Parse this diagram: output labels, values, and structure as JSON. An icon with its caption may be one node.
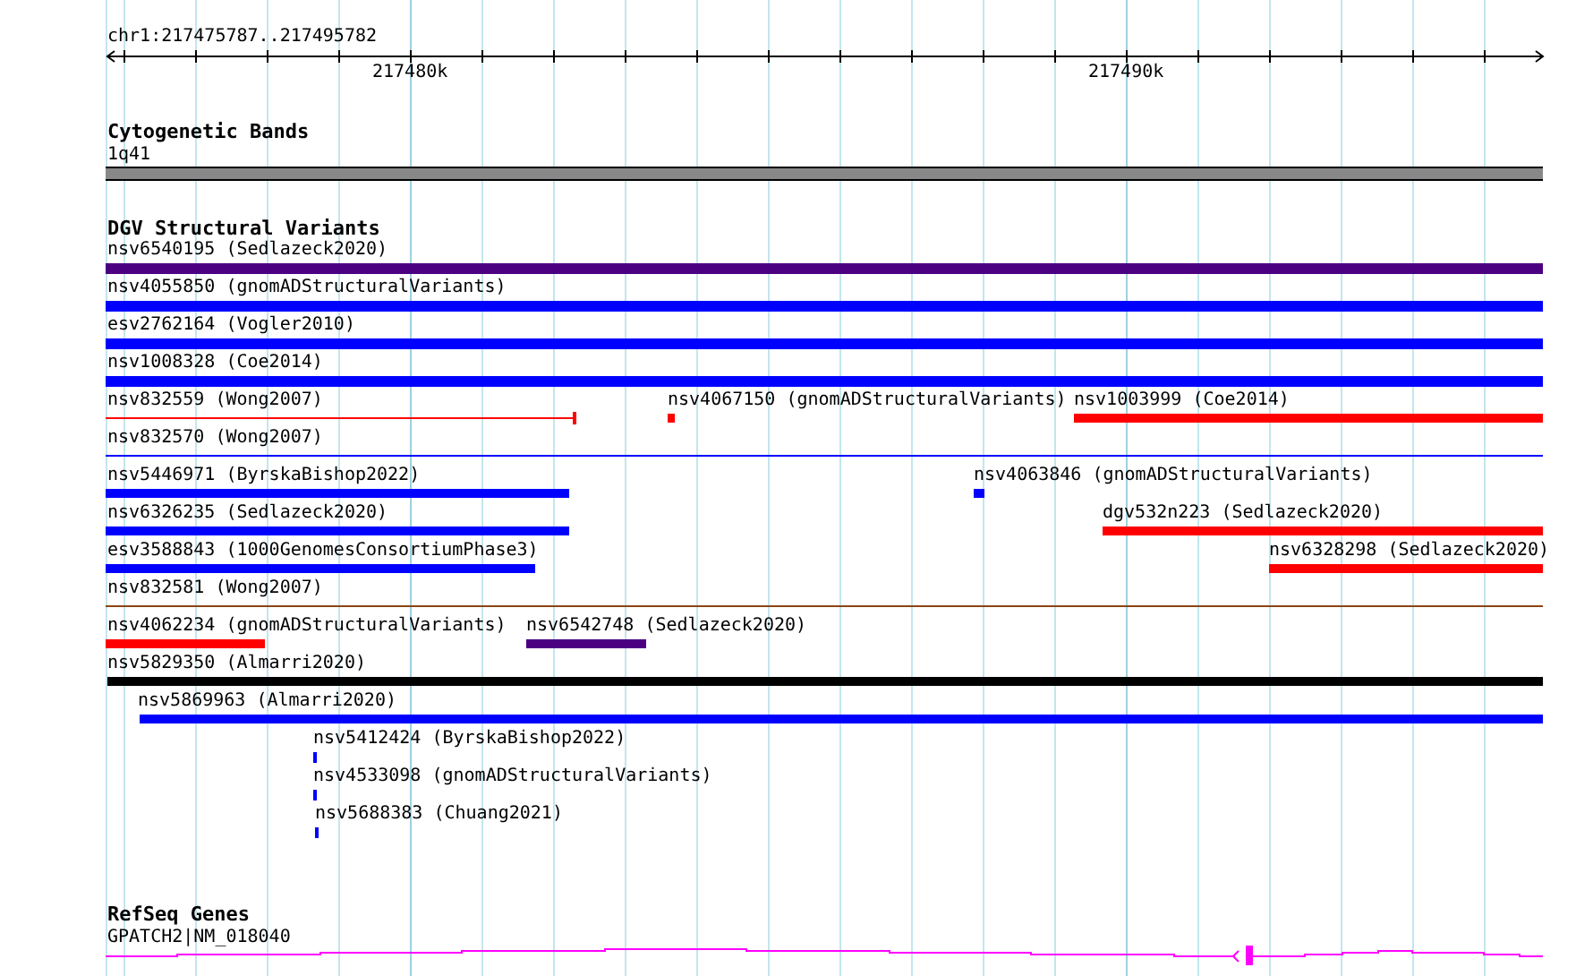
{
  "diagram": {
    "nodes": [
      {
        "text": [
          "1q41"
        ]
      },
      {
        "text": [
          "nsv6540195 (Sedlazeck2020)"
        ]
      },
      {
        "text": [
          "nsv4055850 (gnomADStructuralVariants)"
        ]
      },
      {
        "text": [
          "esv2762164 (Vogler2010)"
        ]
      },
      {
        "text": [
          "nsv1008328 (Coe2014)"
        ]
      },
      {
        "text": [
          "nsv832559 (Wong2007)"
        ]
      },
      {
        "text": [
          "nsv4067150 (gnomADStructuralVariants)"
        ]
      },
      {
        "text": [
          "nsv1003999 (Coe2014)"
        ]
      },
      {
        "text": [
          "nsv832570 (Wong2007)"
        ]
      },
      {
        "text": [
          "nsv5446971 (ByrskaBishop2022)"
        ]
      },
      {
        "text": [
          "nsv4063846 (gnomADStructuralVariants)"
        ]
      },
      {
        "text": [
          "nsv6326235 (Sedlazeck2020)"
        ]
      },
      {
        "text": [
          "dgv532n223 (Sedlazeck2020)"
        ]
      },
      {
        "text": [
          "esv3588843 (1000GenomesConsortiumPhase3)"
        ]
      },
      {
        "text": [
          "nsv6328298 (Sedlazeck2020)"
        ]
      },
      {
        "text": [
          "nsv832581 (Wong2007)"
        ]
      },
      {
        "text": [
          "nsv4062234 (gnomADStructuralVariants)"
        ]
      },
      {
        "text": [
          "nsv6542748 (Sedlazeck2020)"
        ]
      },
      {
        "text": [
          "nsv5829350 (Almarri2020)"
        ]
      },
      {
        "text": [
          "nsv5869963 (Almarri2020)"
        ]
      },
      {
        "text": [
          "nsv5412424 (ByrskaBishop2022)"
        ]
      },
      {
        "text": [
          "nsv4533098 (gnomADStructuralVariants)"
        ]
      },
      {
        "text": [
          "nsv5688383 (Chuang2021)"
        ]
      },
      {
        "text": [
          "GPATCH2|NM_018040"
        ]
      }
    ],
    "labels": [
      "chr1:217475787..217495782",
      "217480k",
      "217490k",
      "Cytogenetic Bands",
      "DGV Structural Variants",
      "RefSeq Genes"
    ]
  }
}
